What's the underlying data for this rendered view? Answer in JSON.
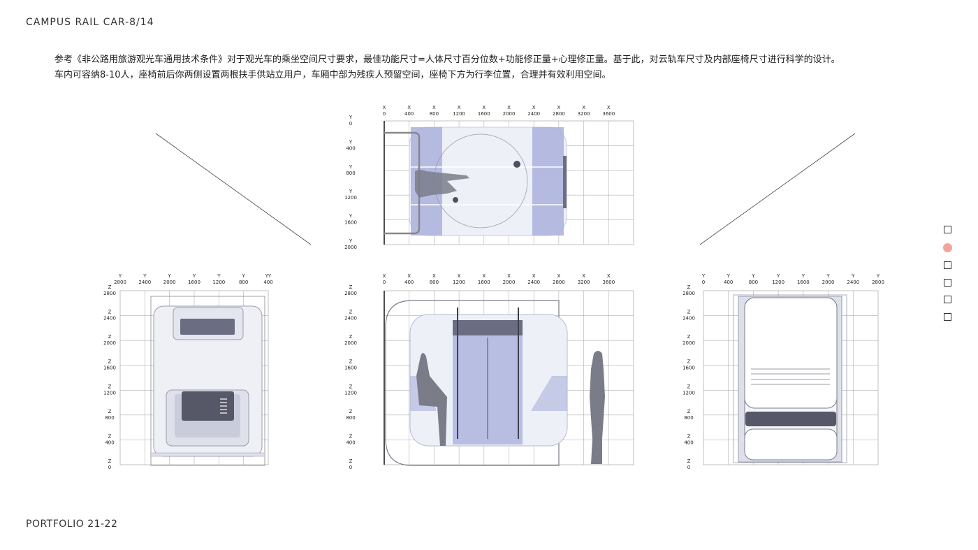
{
  "header": {
    "title": "CAMPUS RAIL CAR-8/14"
  },
  "description": {
    "line1": "参考《非公路用旅游观光车通用技术条件》对于观光车的乘坐空间尺寸要求，最佳功能尺寸=人体尺寸百分位数+功能修正量+心理修正量。基于此，对云轨车尺寸及内部座椅尺寸进行科学的设计。",
    "line2": "车内可容纳8-10人，座椅前后你两侧设置两根扶手供站立用户，车厢中部为残疾人预留空间，座椅下方为行李位置，合理并有效利用空间。"
  },
  "footer": {
    "title": "PORTFOLIO 21-22"
  },
  "views": {
    "top": {
      "x_axis": {
        "prefix": "X",
        "ticks": [
          "0",
          "400",
          "800",
          "1200",
          "1600",
          "2000",
          "2400",
          "2800",
          "3200",
          "3600"
        ]
      },
      "y_axis": {
        "prefix": "Y",
        "ticks": [
          "0",
          "400",
          "800",
          "1200",
          "1600",
          "2000"
        ]
      }
    },
    "end_left": {
      "y_axis": {
        "prefix": "Y",
        "last_prefix": "YY",
        "ticks": [
          "2800",
          "2400",
          "2000",
          "1600",
          "1200",
          "800",
          "400"
        ]
      },
      "z_axis": {
        "prefix": "Z",
        "ticks": [
          "2800",
          "2400",
          "2000",
          "1600",
          "1200",
          "800",
          "400",
          "0"
        ]
      }
    },
    "side": {
      "x_axis": {
        "prefix": "X",
        "ticks": [
          "0",
          "400",
          "800",
          "1200",
          "1600",
          "2000",
          "2400",
          "2800",
          "3200",
          "3600"
        ]
      },
      "z_axis": {
        "prefix": "Z",
        "ticks": [
          "2800",
          "2400",
          "2000",
          "1600",
          "1200",
          "800",
          "400",
          "0"
        ]
      }
    },
    "end_right": {
      "y_axis": {
        "prefix": "Y",
        "ticks": [
          "0",
          "400",
          "800",
          "1200",
          "1600",
          "2000",
          "2400",
          "2800"
        ]
      },
      "z_axis": {
        "prefix": "Z",
        "ticks": [
          "2800",
          "2400",
          "2000",
          "1600",
          "1200",
          "800",
          "400",
          "0"
        ]
      }
    }
  },
  "pager": {
    "count": 6,
    "active_index": 1
  },
  "colors": {
    "accent_pager": "#f2a49b",
    "seat_blue": "#aab0dc",
    "figure_gray": "#7a7d88",
    "grid": "#9a9a9a"
  }
}
